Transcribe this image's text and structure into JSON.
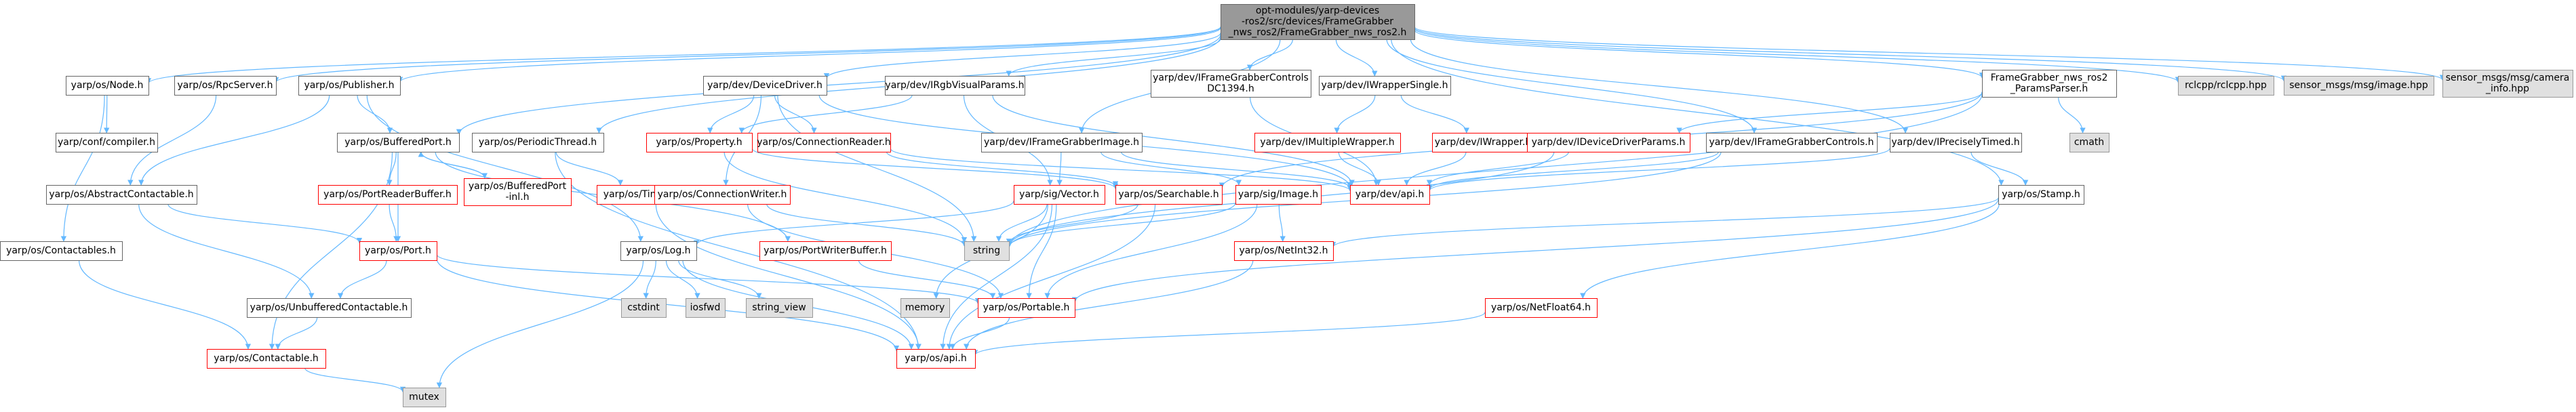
{
  "graph": {
    "title": "opt-modules/yarp-devices-ros2/src/devices/FrameGrabber_nws_ros2/FrameGrabber_nws_ros2.h",
    "colors": {
      "edge": "#63b8ff",
      "root_fill": "#999999",
      "node_border": "#666666",
      "missing_border": "#ff0000",
      "external_fill": "#e0e0e0"
    },
    "nodes": [
      {
        "id": "root",
        "kind": "root",
        "lines": [
          "opt-modules/yarp-devices",
          "-ros2/src/devices/FrameGrabber",
          "_nws_ros2/FrameGrabber_nws_ros2.h"
        ]
      },
      {
        "id": "node-h",
        "kind": "black",
        "lines": [
          "yarp/os/Node.h"
        ]
      },
      {
        "id": "rpcserver-h",
        "kind": "black",
        "lines": [
          "yarp/os/RpcServer.h"
        ]
      },
      {
        "id": "publisher-h",
        "kind": "black",
        "lines": [
          "yarp/os/Publisher.h"
        ]
      },
      {
        "id": "devicedriver-h",
        "kind": "black",
        "lines": [
          "yarp/dev/DeviceDriver.h"
        ]
      },
      {
        "id": "irgbvisualparams-h",
        "kind": "black",
        "lines": [
          "yarp/dev/IRgbVisualParams.h"
        ]
      },
      {
        "id": "iframegrabbercontrolsdc1394-h",
        "kind": "black",
        "lines": [
          "yarp/dev/IFrameGrabberControls",
          "DC1394.h"
        ]
      },
      {
        "id": "iwrappersingle-h",
        "kind": "black",
        "lines": [
          "yarp/dev/IWrapperSingle.h"
        ]
      },
      {
        "id": "paramsparser-h",
        "kind": "black",
        "lines": [
          "FrameGrabber_nws_ros2",
          "_ParamsParser.h"
        ]
      },
      {
        "id": "rclcpp-hpp",
        "kind": "gray",
        "lines": [
          "rclcpp/rclcpp.hpp"
        ]
      },
      {
        "id": "sensor-image-hpp",
        "kind": "gray",
        "lines": [
          "sensor_msgs/msg/image.hpp"
        ]
      },
      {
        "id": "sensor-camerainfo-hpp",
        "kind": "gray",
        "lines": [
          "sensor_msgs/msg/camera",
          "_info.hpp"
        ]
      },
      {
        "id": "compiler-h",
        "kind": "black",
        "lines": [
          "yarp/conf/compiler.h"
        ]
      },
      {
        "id": "bufferedport-h",
        "kind": "black",
        "lines": [
          "yarp/os/BufferedPort.h"
        ]
      },
      {
        "id": "periodicthread-h",
        "kind": "black",
        "lines": [
          "yarp/os/PeriodicThread.h"
        ]
      },
      {
        "id": "property-h",
        "kind": "red",
        "lines": [
          "yarp/os/Property.h"
        ]
      },
      {
        "id": "connectionreader-h",
        "kind": "red",
        "lines": [
          "yarp/os/ConnectionReader.h"
        ]
      },
      {
        "id": "iframegrabberimage-h",
        "kind": "black",
        "lines": [
          "yarp/dev/IFrameGrabberImage.h"
        ]
      },
      {
        "id": "imultiplewrapper-h",
        "kind": "red",
        "lines": [
          "yarp/dev/IMultipleWrapper.h"
        ]
      },
      {
        "id": "iwrapper-h",
        "kind": "red",
        "lines": [
          "yarp/dev/IWrapper.h"
        ]
      },
      {
        "id": "cmath",
        "kind": "gray",
        "lines": [
          "cmath"
        ]
      },
      {
        "id": "idevicedriverparams-h",
        "kind": "red",
        "lines": [
          "yarp/dev/IDeviceDriverParams.h"
        ]
      },
      {
        "id": "iframegrabbercontrols-h",
        "kind": "black",
        "lines": [
          "yarp/dev/IFrameGrabberControls.h"
        ]
      },
      {
        "id": "ipreciselytimed-h",
        "kind": "black",
        "lines": [
          "yarp/dev/IPreciselyTimed.h"
        ]
      },
      {
        "id": "abstractcontactable-h",
        "kind": "black",
        "lines": [
          "yarp/os/AbstractContactable.h"
        ]
      },
      {
        "id": "portreaderbuffer-h",
        "kind": "red",
        "lines": [
          "yarp/os/PortReaderBuffer.h"
        ]
      },
      {
        "id": "bufferedport-inl-h",
        "kind": "red",
        "lines": [
          "yarp/os/BufferedPort",
          "-inl.h"
        ]
      },
      {
        "id": "time-h",
        "kind": "red",
        "lines": [
          "yarp/os/Time.h"
        ]
      },
      {
        "id": "connectionwriter-h",
        "kind": "red",
        "lines": [
          "yarp/os/ConnectionWriter.h"
        ]
      },
      {
        "id": "vector-h",
        "kind": "red",
        "lines": [
          "yarp/sig/Vector.h"
        ]
      },
      {
        "id": "searchable-h",
        "kind": "red",
        "lines": [
          "yarp/os/Searchable.h"
        ]
      },
      {
        "id": "image-h",
        "kind": "red",
        "lines": [
          "yarp/sig/Image.h"
        ]
      },
      {
        "id": "dev-api-h",
        "kind": "red",
        "lines": [
          "yarp/dev/api.h"
        ]
      },
      {
        "id": "stamp-h",
        "kind": "black",
        "lines": [
          "yarp/os/Stamp.h"
        ]
      },
      {
        "id": "contactables-h",
        "kind": "black",
        "lines": [
          "yarp/os/Contactables.h"
        ]
      },
      {
        "id": "port-h",
        "kind": "red",
        "lines": [
          "yarp/os/Port.h"
        ]
      },
      {
        "id": "log-h",
        "kind": "black",
        "lines": [
          "yarp/os/Log.h"
        ]
      },
      {
        "id": "portwriterbuffer-h",
        "kind": "red",
        "lines": [
          "yarp/os/PortWriterBuffer.h"
        ]
      },
      {
        "id": "string",
        "kind": "gray",
        "lines": [
          "string"
        ]
      },
      {
        "id": "netint32-h",
        "kind": "red",
        "lines": [
          "yarp/os/NetInt32.h"
        ]
      },
      {
        "id": "unbufferedcontactable-h",
        "kind": "black",
        "lines": [
          "yarp/os/UnbufferedContactable.h"
        ]
      },
      {
        "id": "cstdint",
        "kind": "gray",
        "lines": [
          "cstdint"
        ]
      },
      {
        "id": "iosfwd",
        "kind": "gray",
        "lines": [
          "iosfwd"
        ]
      },
      {
        "id": "string-view",
        "kind": "gray",
        "lines": [
          "string_view"
        ]
      },
      {
        "id": "memory",
        "kind": "gray",
        "lines": [
          "memory"
        ]
      },
      {
        "id": "portable-h",
        "kind": "red",
        "lines": [
          "yarp/os/Portable.h"
        ]
      },
      {
        "id": "netfloat64-h",
        "kind": "red",
        "lines": [
          "yarp/os/NetFloat64.h"
        ]
      },
      {
        "id": "contactable-h",
        "kind": "red",
        "lines": [
          "yarp/os/Contactable.h"
        ]
      },
      {
        "id": "os-api-h",
        "kind": "red",
        "lines": [
          "yarp/os/api.h"
        ]
      },
      {
        "id": "mutex",
        "kind": "gray",
        "lines": [
          "mutex"
        ]
      }
    ],
    "edges": [
      [
        "root",
        "node-h"
      ],
      [
        "root",
        "rpcserver-h"
      ],
      [
        "root",
        "publisher-h"
      ],
      [
        "root",
        "devicedriver-h"
      ],
      [
        "root",
        "irgbvisualparams-h"
      ],
      [
        "root",
        "iframegrabbercontrolsdc1394-h"
      ],
      [
        "root",
        "iwrappersingle-h"
      ],
      [
        "root",
        "paramsparser-h"
      ],
      [
        "root",
        "rclcpp-hpp"
      ],
      [
        "root",
        "sensor-image-hpp"
      ],
      [
        "root",
        "sensor-camerainfo-hpp"
      ],
      [
        "root",
        "bufferedport-h"
      ],
      [
        "root",
        "periodicthread-h"
      ],
      [
        "root",
        "iframegrabberimage-h"
      ],
      [
        "root",
        "iframegrabbercontrols-h"
      ],
      [
        "root",
        "ipreciselytimed-h"
      ],
      [
        "root",
        "stamp-h"
      ],
      [
        "node-h",
        "compiler-h"
      ],
      [
        "node-h",
        "contactables-h"
      ],
      [
        "rpcserver-h",
        "abstractcontactable-h"
      ],
      [
        "publisher-h",
        "abstractcontactable-h"
      ],
      [
        "publisher-h",
        "bufferedport-h"
      ],
      [
        "publisher-h",
        "log-h"
      ],
      [
        "devicedriver-h",
        "property-h"
      ],
      [
        "devicedriver-h",
        "connectionreader-h"
      ],
      [
        "devicedriver-h",
        "connectionwriter-h"
      ],
      [
        "devicedriver-h",
        "dev-api-h"
      ],
      [
        "devicedriver-h",
        "string"
      ],
      [
        "irgbvisualparams-h",
        "property-h"
      ],
      [
        "irgbvisualparams-h",
        "vector-h"
      ],
      [
        "irgbvisualparams-h",
        "dev-api-h"
      ],
      [
        "iframegrabbercontrolsdc1394-h",
        "dev-api-h"
      ],
      [
        "iwrappersingle-h",
        "imultiplewrapper-h"
      ],
      [
        "iwrappersingle-h",
        "iwrapper-h"
      ],
      [
        "paramsparser-h",
        "idevicedriverparams-h"
      ],
      [
        "paramsparser-h",
        "cmath"
      ],
      [
        "paramsparser-h",
        "string"
      ],
      [
        "paramsparser-h",
        "searchable-h"
      ],
      [
        "bufferedport-h",
        "portreaderbuffer-h"
      ],
      [
        "bufferedport-h",
        "bufferedport-inl-h"
      ],
      [
        "bufferedport-h",
        "port-h"
      ],
      [
        "bufferedport-h",
        "contactable-h"
      ],
      [
        "bufferedport-h",
        "portwriterbuffer-h"
      ],
      [
        "periodicthread-h",
        "time-h"
      ],
      [
        "periodicthread-h",
        "os-api-h"
      ],
      [
        "property-h",
        "searchable-h"
      ],
      [
        "property-h",
        "string"
      ],
      [
        "connectionreader-h",
        "searchable-h"
      ],
      [
        "connectionreader-h",
        "dev-api-h"
      ],
      [
        "iframegrabberimage-h",
        "image-h"
      ],
      [
        "iframegrabberimage-h",
        "vector-h"
      ],
      [
        "iframegrabberimage-h",
        "dev-api-h"
      ],
      [
        "imultiplewrapper-h",
        "dev-api-h"
      ],
      [
        "iwrapper-h",
        "dev-api-h"
      ],
      [
        "idevicedriverparams-h",
        "dev-api-h"
      ],
      [
        "idevicedriverparams-h",
        "string"
      ],
      [
        "iframegrabbercontrols-h",
        "dev-api-h"
      ],
      [
        "iframegrabbercontrols-h",
        "string"
      ],
      [
        "ipreciselytimed-h",
        "dev-api-h"
      ],
      [
        "ipreciselytimed-h",
        "stamp-h"
      ],
      [
        "abstractcontactable-h",
        "port-h"
      ],
      [
        "abstractcontactable-h",
        "unbufferedcontactable-h"
      ],
      [
        "portreaderbuffer-h",
        "port-h"
      ],
      [
        "bufferedport-inl-h",
        "bufferedport-h"
      ],
      [
        "time-h",
        "os-api-h"
      ],
      [
        "connectionwriter-h",
        "portable-h"
      ],
      [
        "connectionwriter-h",
        "string"
      ],
      [
        "vector-h",
        "log-h"
      ],
      [
        "vector-h",
        "string"
      ],
      [
        "vector-h",
        "memory"
      ],
      [
        "vector-h",
        "portable-h"
      ],
      [
        "vector-h",
        "os-api-h"
      ],
      [
        "searchable-h",
        "string"
      ],
      [
        "searchable-h",
        "os-api-h"
      ],
      [
        "image-h",
        "netint32-h"
      ],
      [
        "image-h",
        "string"
      ],
      [
        "image-h",
        "portable-h"
      ],
      [
        "stamp-h",
        "portable-h"
      ],
      [
        "stamp-h",
        "netfloat64-h"
      ],
      [
        "stamp-h",
        "netint32-h"
      ],
      [
        "contactables-h",
        "contactable-h"
      ],
      [
        "port-h",
        "unbufferedcontactable-h"
      ],
      [
        "port-h",
        "portable-h"
      ],
      [
        "port-h",
        "os-api-h"
      ],
      [
        "log-h",
        "cstdint"
      ],
      [
        "log-h",
        "iosfwd"
      ],
      [
        "log-h",
        "string-view"
      ],
      [
        "log-h",
        "os-api-h"
      ],
      [
        "log-h",
        "mutex"
      ],
      [
        "portwriterbuffer-h",
        "portable-h"
      ],
      [
        "netint32-h",
        "os-api-h"
      ],
      [
        "unbufferedcontactable-h",
        "contactable-h"
      ],
      [
        "portable-h",
        "os-api-h"
      ],
      [
        "netfloat64-h",
        "os-api-h"
      ],
      [
        "contactable-h",
        "mutex"
      ]
    ]
  }
}
